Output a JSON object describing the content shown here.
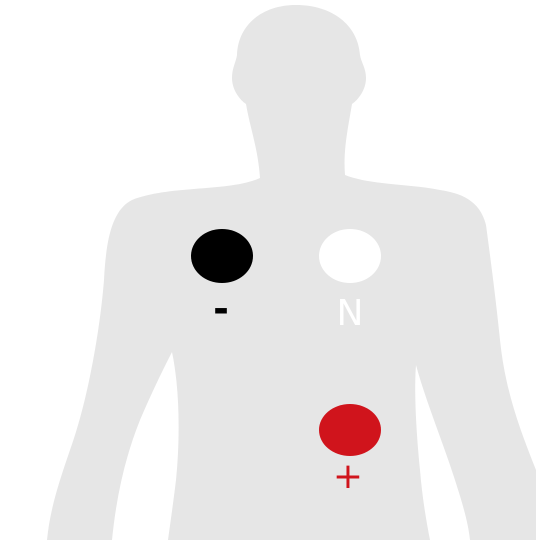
{
  "colors": {
    "background": "#ffffff",
    "body": "#e6e6e6",
    "negative": "#000000",
    "neutral": "#ffffff",
    "positive": "#d0141c"
  },
  "electrodes": [
    {
      "id": "negative",
      "label": "-"
    },
    {
      "id": "neutral",
      "label": "N"
    },
    {
      "id": "positive",
      "label": "+"
    }
  ]
}
